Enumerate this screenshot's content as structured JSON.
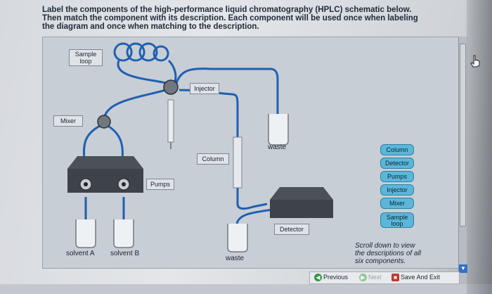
{
  "instructions": [
    "Label the components of the high-performance liquid chromatography (HPLC) schematic below.",
    "Then match the component with its description. Each component will be used once when labeling",
    "the diagram and once when matching to the description."
  ],
  "diagram_labels": {
    "sample_loop": "Sample loop",
    "injector": "Injector",
    "mixer": "Mixer",
    "column": "Column",
    "pumps": "Pumps",
    "detector": "Detector",
    "waste_top": "waste",
    "waste_bottom": "waste",
    "solvent_a": "solvent A",
    "solvent_b": "solvent B"
  },
  "answer_chips": [
    "Column",
    "Detector",
    "Pumps",
    "Injector",
    "Mixer",
    "Sample loop"
  ],
  "scroll_note": [
    "Scroll down to view",
    "the descriptions of all",
    "six components."
  ],
  "nav": {
    "previous": "Previous",
    "next": "Next",
    "save_exit": "Save And Exit"
  }
}
